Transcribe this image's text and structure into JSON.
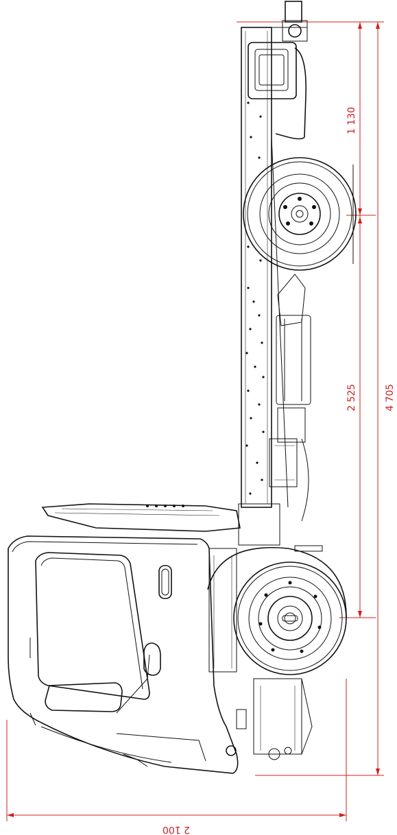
{
  "dimensions": {
    "overall_length": "4 705",
    "wheelbase": "2 525",
    "rear_overhang": "1 130",
    "overall_height": "2 100"
  },
  "colors": {
    "dimension": "#d11f1f",
    "line": "#111111",
    "background": "#ffffff"
  }
}
